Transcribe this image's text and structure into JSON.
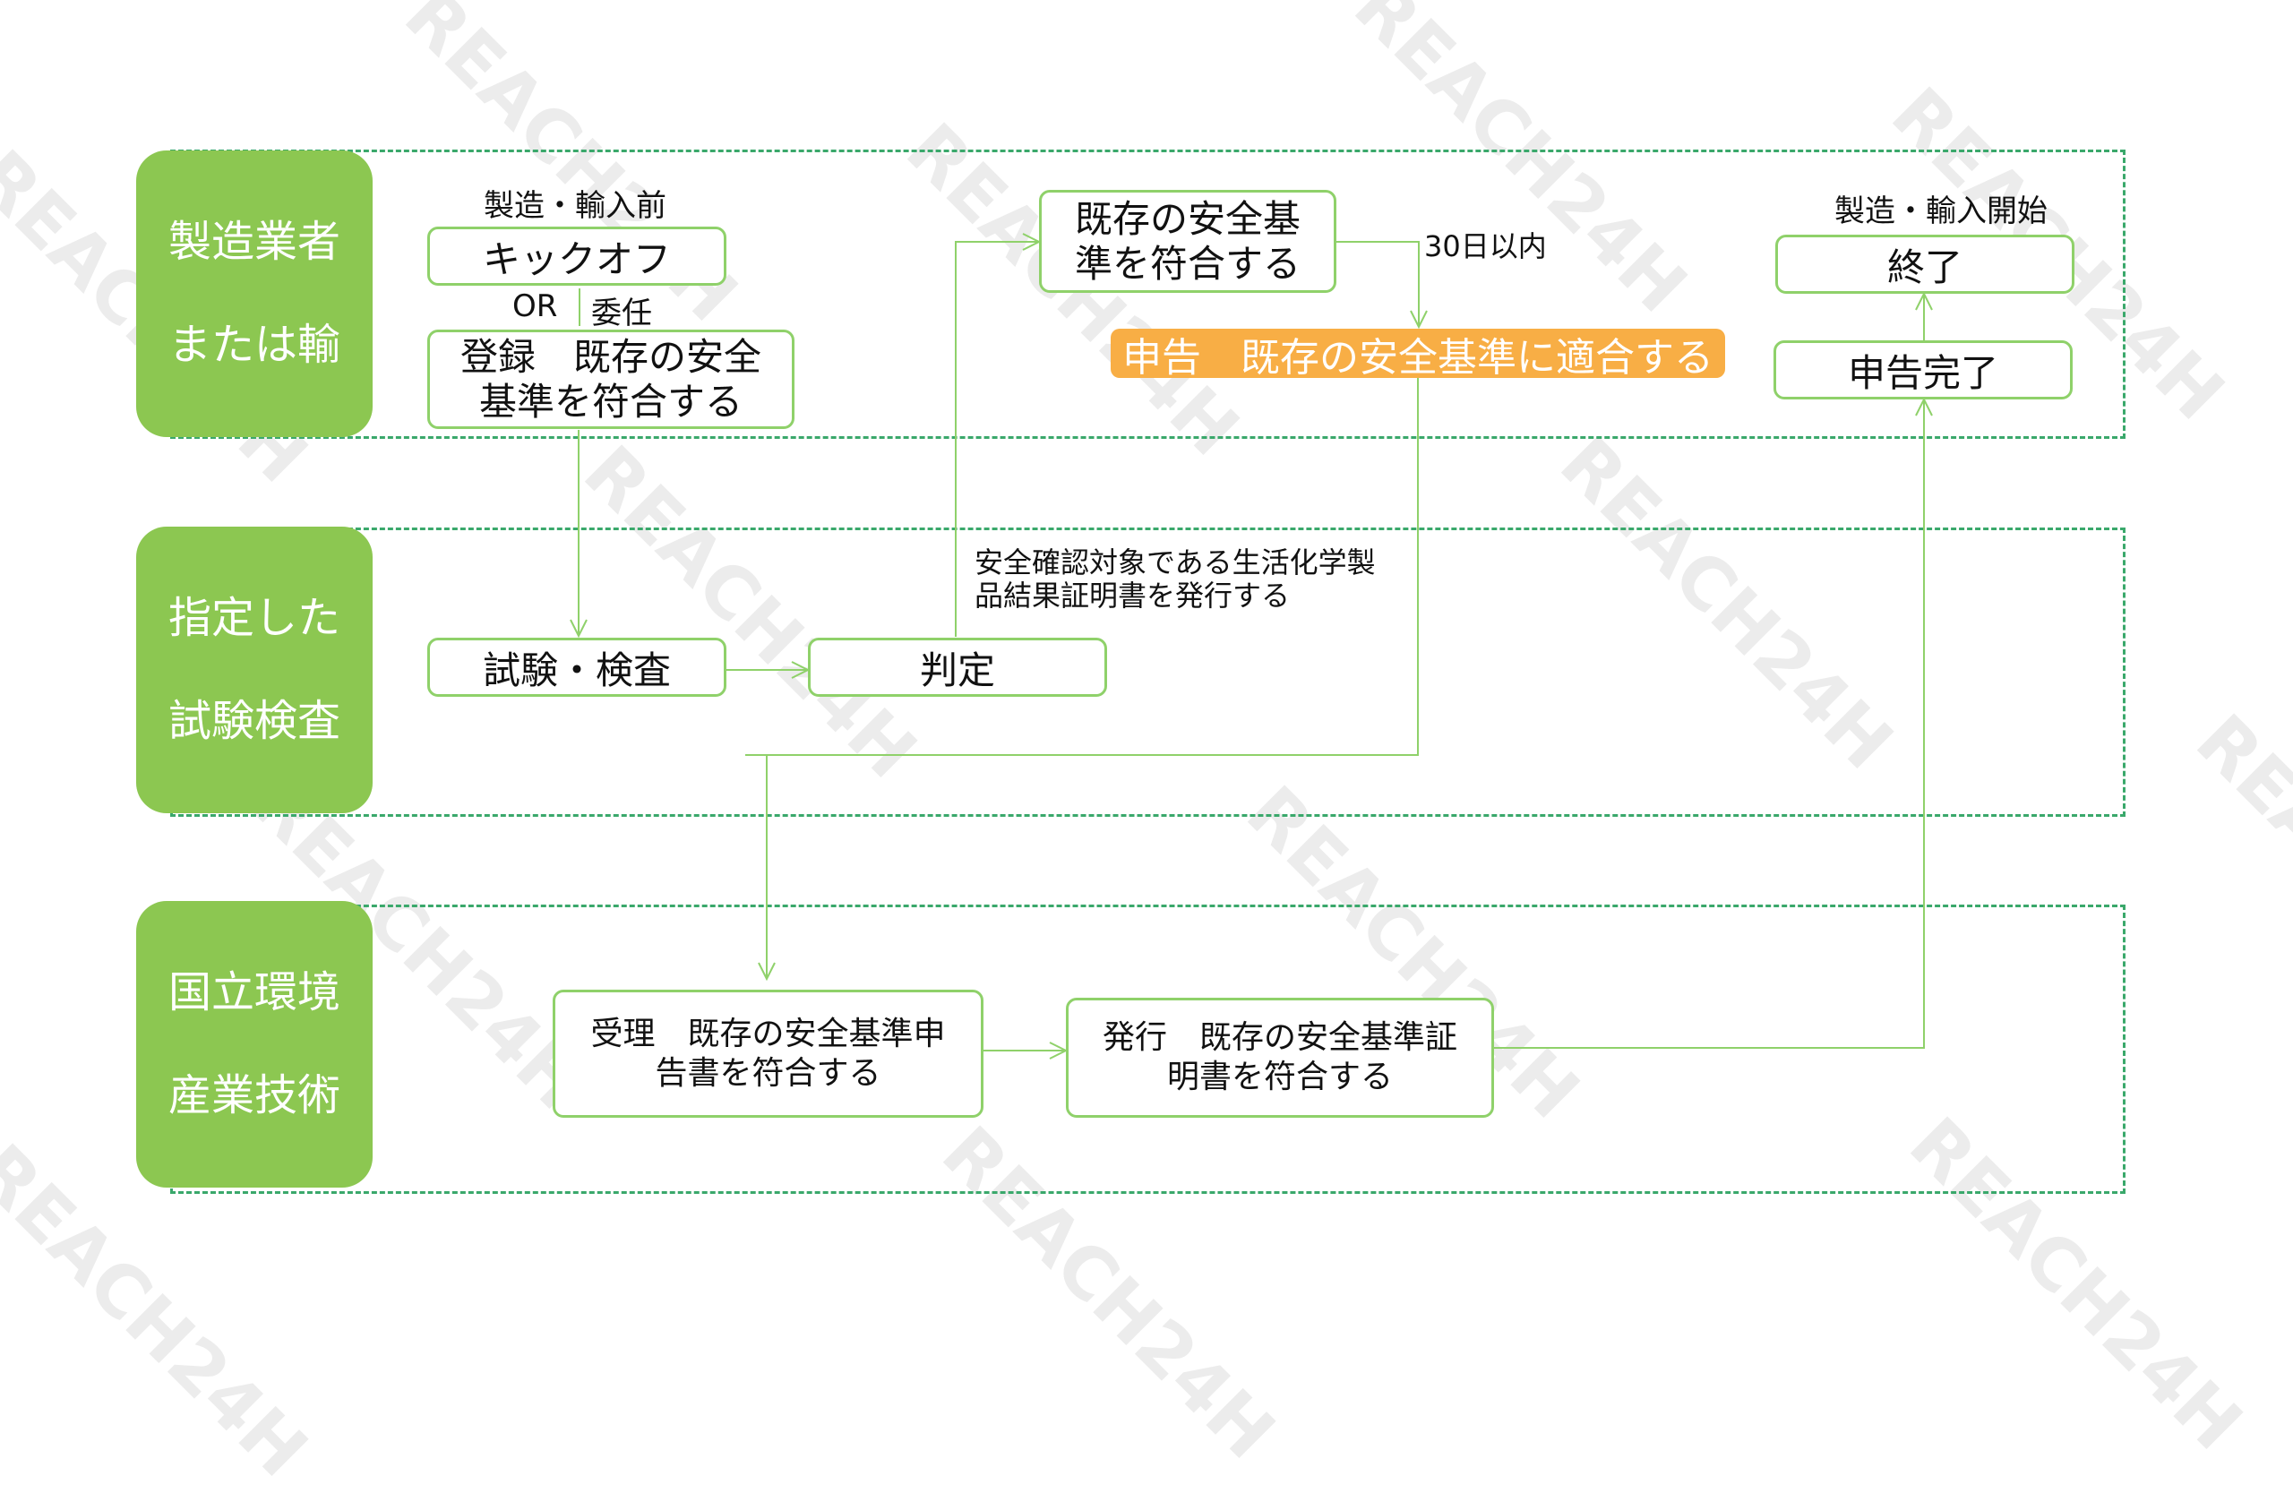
{
  "colors": {
    "lane_label": "#8cc751",
    "lane_border": "#3aa86b",
    "box_border": "#8fd16a",
    "highlight": "#f8ae45",
    "connector": "#8fd16a"
  },
  "lanes": [
    {
      "line1": "製造業者",
      "line2": "または輸"
    },
    {
      "line1": "指定した",
      "line2": "試験検査"
    },
    {
      "line1": "国立環境",
      "line2": "産業技術"
    }
  ],
  "notes": {
    "before_import": "製造・輸入前",
    "or": "OR",
    "entrust": "委任",
    "within_30_days": "30日以内",
    "cert_issue_1": "安全確認対象である生活化学製",
    "cert_issue_2": "品結果証明書を発行する",
    "start_import": "製造・輸入開始"
  },
  "boxes": {
    "kickoff": "キックオフ",
    "register_1": "登録　既存の安全",
    "register_2": "基準を符合する",
    "existing_1": "既存の安全基",
    "existing_2": "準を符合する",
    "declare": "申告　既存の安全基準に適合する",
    "end": "終了",
    "declare_done": "申告完了",
    "test": "試験・検査",
    "judge": "判定",
    "receive_1": "受理　既存の安全基準申",
    "receive_2": "告書を符合する",
    "issue_1": "発行　既存の安全基準証",
    "issue_2": "明書を符合する"
  },
  "watermark": "REACH24H"
}
